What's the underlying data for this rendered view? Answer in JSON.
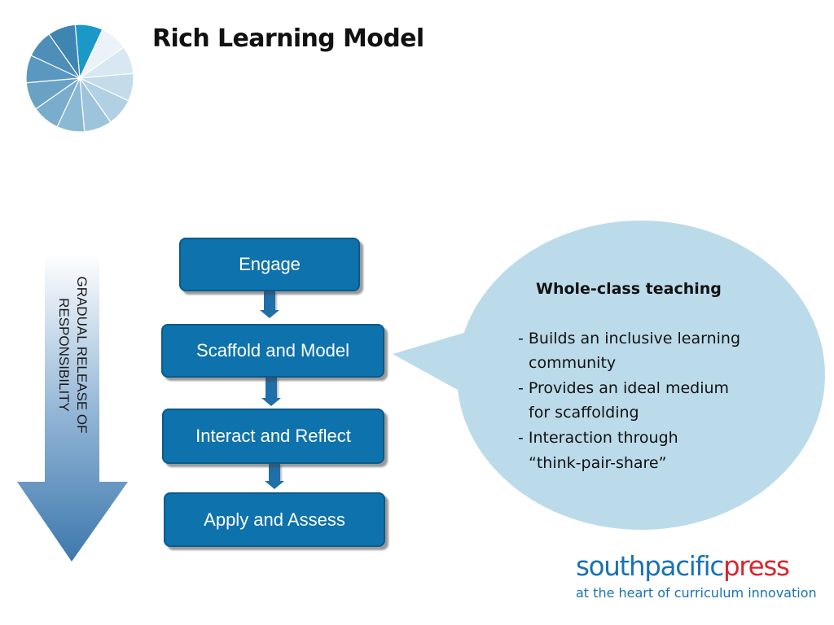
{
  "title": "Rich Learning Model",
  "colors": {
    "step_fill": "#0e72ac",
    "bubble_fill": "#bcdbea",
    "brand_blue": "#1773b3",
    "brand_red": "#d9262f",
    "wheel_slices": [
      "#1a98c8",
      "#ebf3f8",
      "#d7e8f2",
      "#c4dcea",
      "#b1d0e3",
      "#9ec4dc",
      "#8bb9d4",
      "#7aaccc",
      "#6aa2c6",
      "#5a98c0",
      "#4e8eb9",
      "#3f85b2"
    ]
  },
  "gradual_release": {
    "line1": "GRADUAL RELEASE OF",
    "line2": "RESPONSIBILITY"
  },
  "steps": [
    "Engage",
    "Scaffold and Model",
    "Interact and Reflect",
    "Apply and Assess"
  ],
  "callout": {
    "heading": "Whole-class teaching",
    "lines": [
      "- Builds an inclusive learning",
      "community",
      "- Provides an ideal medium",
      "for scaffolding",
      "- Interaction through",
      "“think-pair-share”"
    ]
  },
  "brand": {
    "part1": "southpacific",
    "part2": "press",
    "tagline": "at the heart of curriculum innovation"
  }
}
